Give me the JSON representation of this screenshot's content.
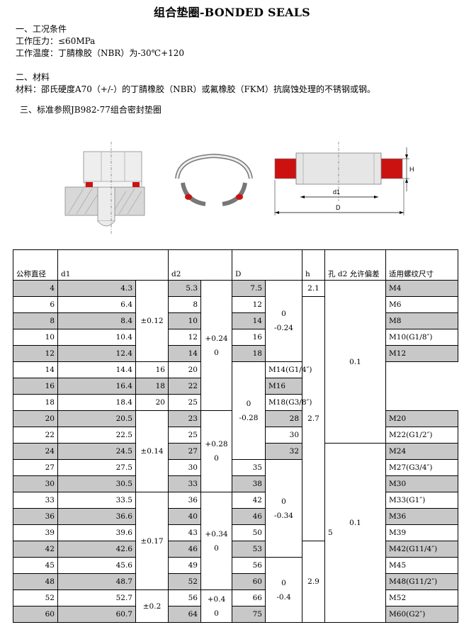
{
  "title": "组合垫圈-BONDED SEALS",
  "section1": {
    "heading": "一、工况条件",
    "pressure": "工作压力：≤60MPa",
    "temperature": "工作温度：丁腈橡胶（NBR）为-30℃+120"
  },
  "section2": {
    "heading": "二、材料",
    "material": "材料：邵氏硬度A70（+/-）的丁腈橡胶（NBR）或氟橡胶（FKM）抗腐蚀处理的不锈钢或钢。"
  },
  "section3": {
    "heading": "三、标准参照JB982-77组合密封垫圈"
  },
  "figure": {
    "label_d1": "d1",
    "label_D": "D",
    "label_H": "H"
  },
  "colors": {
    "seal_red": "#cc1111",
    "shade": "#c8c8c8"
  },
  "table": {
    "headers": [
      "公称直径",
      "d1",
      "d2",
      "D",
      "h",
      "孔 d2 允许偏差",
      "适用螺纹尺寸"
    ],
    "rows": [
      [
        "4",
        "4.3",
        "5.3",
        "7.5",
        "M4"
      ],
      [
        "6",
        "6.4",
        "8",
        "12",
        "M6"
      ],
      [
        "8",
        "8.4",
        "10",
        "14",
        "M8"
      ],
      [
        "10",
        "10.4",
        "12",
        "16",
        "M10(G1/8″)"
      ],
      [
        "12",
        "12.4",
        "14",
        "18",
        "M12"
      ],
      [
        "14",
        "14.4",
        "16",
        "20",
        "M14(G1/4″)"
      ],
      [
        "16",
        "16.4",
        "18",
        "22",
        "M16"
      ],
      [
        "18",
        "18.4",
        "20",
        "25",
        "M18(G3/8″)"
      ],
      [
        "20",
        "20.5",
        "23",
        "28",
        "M20"
      ],
      [
        "22",
        "22.5",
        "25",
        "30",
        "M22(G1/2″)"
      ],
      [
        "24",
        "24.5",
        "27",
        "32",
        "M24"
      ],
      [
        "27",
        "27.5",
        "30",
        "35",
        "M27(G3/4″)"
      ],
      [
        "30",
        "30.5",
        "33",
        "38",
        "M30"
      ],
      [
        "33",
        "33.5",
        "36",
        "42",
        "M33(G1″)"
      ],
      [
        "36",
        "36.6",
        "40",
        "46",
        "M36"
      ],
      [
        "39",
        "39.6",
        "43",
        "50",
        "M39"
      ],
      [
        "42",
        "42.6",
        "46",
        "53",
        "M42(G11/4″)"
      ],
      [
        "45",
        "45.6",
        "49",
        "56",
        "M45"
      ],
      [
        "48",
        "48.7",
        "52",
        "60",
        "M48(G11/2″)"
      ],
      [
        "52",
        "52.7",
        "56",
        "66",
        "M52"
      ],
      [
        "60",
        "60.7",
        "64",
        "75",
        "M60(G2″)"
      ]
    ],
    "d1_tol": [
      "±0.12",
      "±0.14",
      "±0.17",
      "±0.2"
    ],
    "d2_tol": [
      {
        "upper": "+0.24",
        "lower": "0"
      },
      {
        "upper": "+0.28",
        "lower": "0"
      },
      {
        "upper": "+0.34",
        "lower": "0"
      },
      {
        "upper": "+0.4",
        "lower": "0"
      }
    ],
    "D_tol": [
      {
        "upper": "0",
        "lower": "-0.24"
      },
      {
        "upper": "0",
        "lower": "-0.28"
      },
      {
        "upper": "0",
        "lower": "-0.34"
      },
      {
        "upper": "0",
        "lower": "-0.4"
      }
    ],
    "h_values": [
      "2.1",
      "2.7",
      "2.9"
    ],
    "hole_tol": [
      "0.1",
      "0.1"
    ],
    "hole_extra": "5"
  }
}
